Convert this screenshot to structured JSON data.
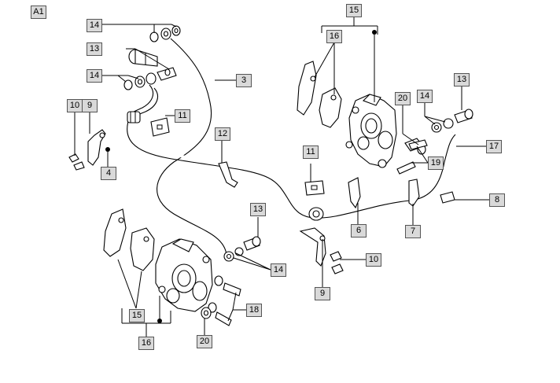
{
  "figure_ref": "A1",
  "callouts": {
    "c14a": "14",
    "c13a": "13",
    "c14b": "14",
    "c3": "3",
    "c10a": "10",
    "c9a": "9",
    "c11a": "11",
    "c4": "4",
    "c12": "12",
    "c15a": "15",
    "c16a": "16",
    "c20a": "20",
    "c14c": "14",
    "c13b": "13",
    "c17": "17",
    "c19": "19",
    "c11b": "11",
    "c8": "8",
    "c13c": "13",
    "c14d": "14",
    "c6": "6",
    "c7": "7",
    "c10b": "10",
    "c9b": "9",
    "c18": "18",
    "c15b": "15",
    "c16b": "16",
    "c20b": "20"
  }
}
